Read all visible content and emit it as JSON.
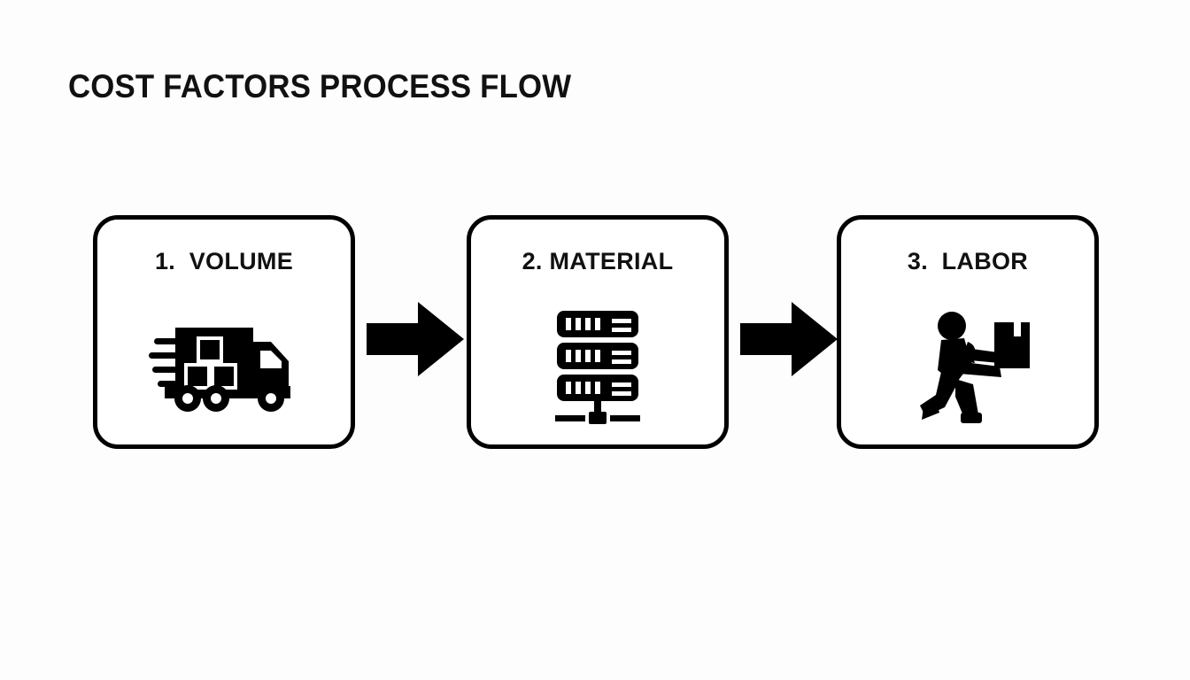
{
  "page": {
    "title": "COST FACTORS PROCESS FLOW",
    "background_color": "#fdfdfd",
    "ink_color": "#000000"
  },
  "flow": {
    "steps": [
      {
        "label": "1.  VOLUME",
        "number": "1.",
        "name": "VOLUME",
        "icon": "delivery-truck-icon"
      },
      {
        "label": "2. MATERIAL",
        "number": "2.",
        "name": "MATERIAL",
        "icon": "server-rack-icon"
      },
      {
        "label": "3.  LABOR",
        "number": "3.",
        "name": "LABOR",
        "icon": "worker-carrying-box-icon"
      }
    ],
    "connectors": [
      {
        "icon": "arrow-right-icon"
      },
      {
        "icon": "arrow-right-icon"
      }
    ]
  }
}
